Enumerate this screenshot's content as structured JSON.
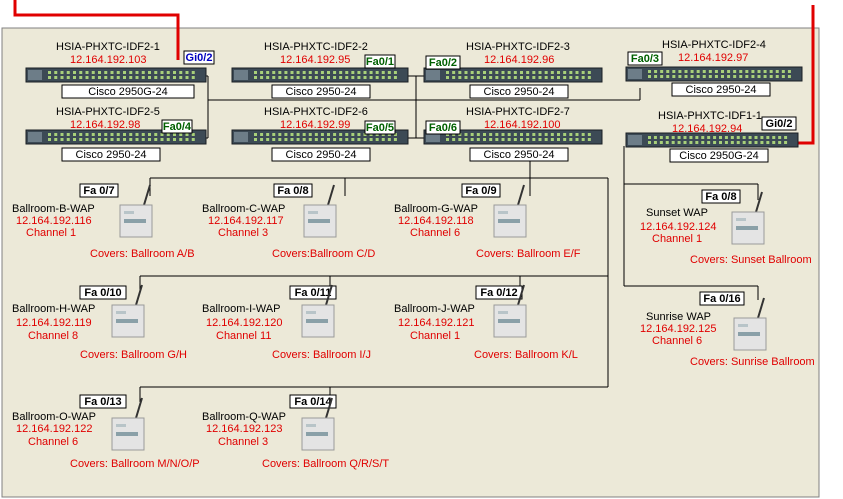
{
  "colors": {
    "panel": "#ece9d8",
    "panel_border": "#808080",
    "wire": "#000000",
    "uplink": "#e00000",
    "ip": "#e00000",
    "port_blue": "#0000c0",
    "port_green": "#006000"
  },
  "switches": [
    {
      "id": "idf2-1",
      "name": "HSIA-PHXTC-IDF2-1",
      "ip": "12.164.192.103",
      "model": "Cisco 2950G-24",
      "port": "Gi0/2",
      "port_color": "blue"
    },
    {
      "id": "idf2-2",
      "name": "HSIA-PHXTC-IDF2-2",
      "ip": "12.164.192.95",
      "model": "Cisco 2950-24",
      "port": "Fa0/1",
      "port_color": "green"
    },
    {
      "id": "idf2-3",
      "name": "HSIA-PHXTC-IDF2-3",
      "ip": "12.164.192.96",
      "model": "Cisco 2950-24",
      "port": "Fa0/2",
      "port_color": "green"
    },
    {
      "id": "idf2-4",
      "name": "HSIA-PHXTC-IDF2-4",
      "ip": "12.164.192.97",
      "model": "Cisco 2950-24",
      "port": "Fa0/3",
      "port_color": "green"
    },
    {
      "id": "idf2-5",
      "name": "HSIA-PHXTC-IDF2-5",
      "ip": "12.164.192.98",
      "model": "Cisco 2950-24",
      "port": "Fa0/4",
      "port_color": "green"
    },
    {
      "id": "idf2-6",
      "name": "HSIA-PHXTC-IDF2-6",
      "ip": "12.164.192.99",
      "model": "Cisco 2950-24",
      "port": "Fa0/5",
      "port_color": "green"
    },
    {
      "id": "idf2-7",
      "name": "HSIA-PHXTC-IDF2-7",
      "ip": "12.164.192.100",
      "model": "Cisco 2950-24",
      "port": "Fa0/6",
      "port_color": "green"
    },
    {
      "id": "idf1-1",
      "name": "HSIA-PHXTC-IDF1-1",
      "ip": "12.164.192.94",
      "model": "Cisco 2950G-24",
      "port": "Gi0/2",
      "port_color": "black"
    }
  ],
  "waps": [
    {
      "id": "b",
      "port": "Fa 0/7",
      "name": "Ballroom-B-WAP",
      "ip": "12.164.192.116",
      "channel": "Channel 1",
      "covers": "Covers: Ballroom A/B"
    },
    {
      "id": "c",
      "port": "Fa 0/8",
      "name": "Ballroom-C-WAP",
      "ip": "12.164.192.117",
      "channel": "Channel 3",
      "covers": "Covers:Ballroom C/D"
    },
    {
      "id": "g",
      "port": "Fa 0/9",
      "name": "Ballroom-G-WAP",
      "ip": "12.164.192.118",
      "channel": "Channel 6",
      "covers": "Covers: Ballroom E/F"
    },
    {
      "id": "h",
      "port": "Fa 0/10",
      "name": "Ballroom-H-WAP",
      "ip": "12.164.192.119",
      "channel": "Channel 8",
      "covers": "Covers: Ballroom G/H"
    },
    {
      "id": "i",
      "port": "Fa 0/11",
      "name": "Ballroom-I-WAP",
      "ip": "12.164.192.120",
      "channel": "Channel 11",
      "covers": "Covers: Ballroom I/J"
    },
    {
      "id": "j",
      "port": "Fa 0/12",
      "name": "Ballroom-J-WAP",
      "ip": "12.164.192.121",
      "channel": "Channel 1",
      "covers": "Covers: Ballroom K/L"
    },
    {
      "id": "o",
      "port": "Fa 0/13",
      "name": "Ballroom-O-WAP",
      "ip": "12.164.192.122",
      "channel": "Channel 6",
      "covers": "Covers: Ballroom M/N/O/P"
    },
    {
      "id": "q",
      "port": "Fa 0/14",
      "name": "Ballroom-Q-WAP",
      "ip": "12.164.192.123",
      "channel": "Channel 3",
      "covers": "Covers: Ballroom Q/R/S/T"
    },
    {
      "id": "sunset",
      "port": "Fa 0/8",
      "name": "Sunset WAP",
      "ip": "12.164.192.124",
      "channel": "Channel 1",
      "covers": "Covers: Sunset Ballroom"
    },
    {
      "id": "sunrise",
      "port": "Fa 0/16",
      "name": "Sunrise WAP",
      "ip": "12.164.192.125",
      "channel": "Channel 6",
      "covers": "Covers: Sunrise Ballroom"
    }
  ]
}
